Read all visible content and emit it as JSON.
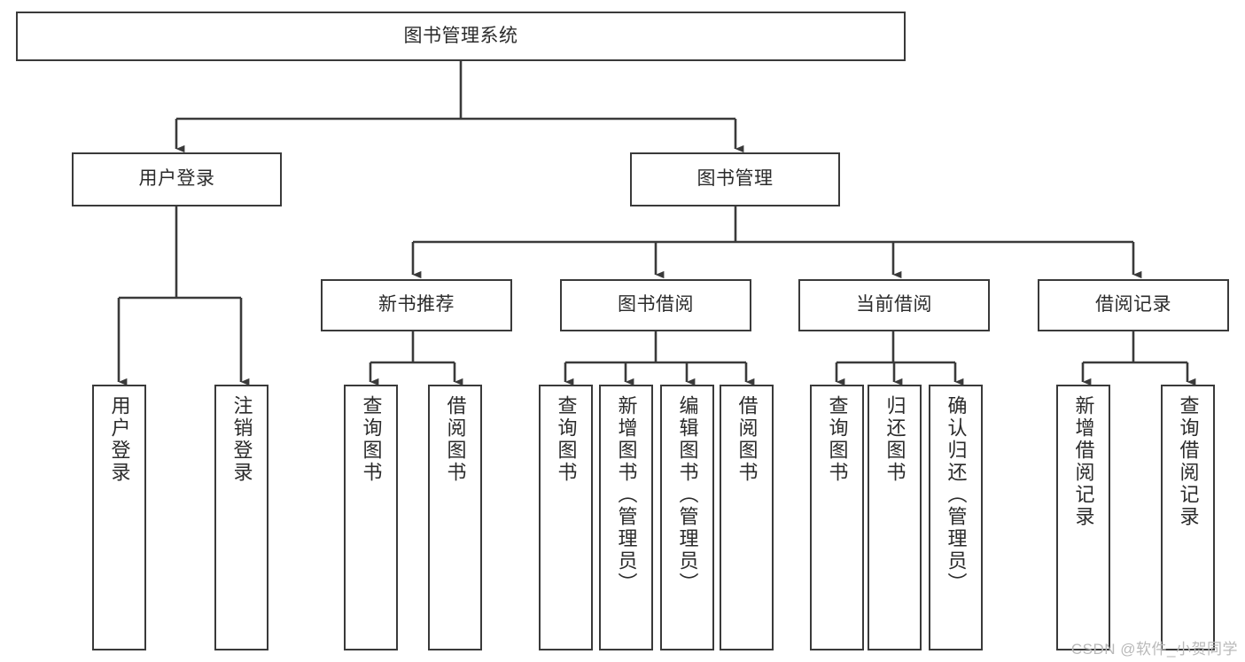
{
  "diagram": {
    "type": "tree-hierarchy-chart",
    "title": "图书管理系统",
    "colors": {
      "box_border": "#3a3a3a",
      "box_fill": "#ffffff",
      "connector": "#3a3a3a",
      "text": "#2b2b2b",
      "watermark": "#b9b9b9",
      "background": "#ffffff"
    },
    "nodes": {
      "root": {
        "label": "图书管理系统",
        "level": 1,
        "orientation": "horizontal"
      },
      "l2": [
        {
          "id": "user-login",
          "label": "用户登录",
          "level": 2,
          "orientation": "horizontal"
        },
        {
          "id": "book-management",
          "label": "图书管理",
          "level": 2,
          "orientation": "horizontal"
        }
      ],
      "l3": [
        {
          "id": "new-book-recommend",
          "label": "新书推荐",
          "level": 3,
          "orientation": "horizontal",
          "parent": "book-management"
        },
        {
          "id": "book-borrow",
          "label": "图书借阅",
          "level": 3,
          "orientation": "horizontal",
          "parent": "book-management"
        },
        {
          "id": "current-borrow",
          "label": "当前借阅",
          "level": 3,
          "orientation": "horizontal",
          "parent": "book-management"
        },
        {
          "id": "borrow-record",
          "label": "借阅记录",
          "level": 3,
          "orientation": "horizontal",
          "parent": "book-management"
        }
      ],
      "leaves": [
        {
          "id": "leaf-user-login",
          "label": "用户登录",
          "parent": "user-login",
          "orientation": "vertical"
        },
        {
          "id": "leaf-logout-login",
          "label": "注销登录",
          "parent": "user-login",
          "orientation": "vertical"
        },
        {
          "id": "leaf-query-book-1",
          "label": "查询图书",
          "parent": "new-book-recommend",
          "orientation": "vertical"
        },
        {
          "id": "leaf-borrow-book-1",
          "label": "借阅图书",
          "parent": "new-book-recommend",
          "orientation": "vertical"
        },
        {
          "id": "leaf-query-book-2",
          "label": "查询图书",
          "parent": "book-borrow",
          "orientation": "vertical"
        },
        {
          "id": "leaf-add-book",
          "label": "新增图书（管理员）",
          "parent": "book-borrow",
          "orientation": "vertical"
        },
        {
          "id": "leaf-edit-book",
          "label": "编辑图书（管理员）",
          "parent": "book-borrow",
          "orientation": "vertical"
        },
        {
          "id": "leaf-borrow-book-2",
          "label": "借阅图书",
          "parent": "book-borrow",
          "orientation": "vertical"
        },
        {
          "id": "leaf-query-book-3",
          "label": "查询图书",
          "parent": "current-borrow",
          "orientation": "vertical"
        },
        {
          "id": "leaf-return-book",
          "label": "归还图书",
          "parent": "current-borrow",
          "orientation": "vertical"
        },
        {
          "id": "leaf-confirm-return",
          "label": "确认归还（管理员）",
          "parent": "current-borrow",
          "orientation": "vertical"
        },
        {
          "id": "leaf-add-record",
          "label": "新增借阅记录",
          "parent": "borrow-record",
          "orientation": "vertical"
        },
        {
          "id": "leaf-query-record",
          "label": "查询借阅记录",
          "parent": "borrow-record",
          "orientation": "vertical"
        }
      ]
    },
    "watermark": "CSDN @软件_小贺同学"
  }
}
